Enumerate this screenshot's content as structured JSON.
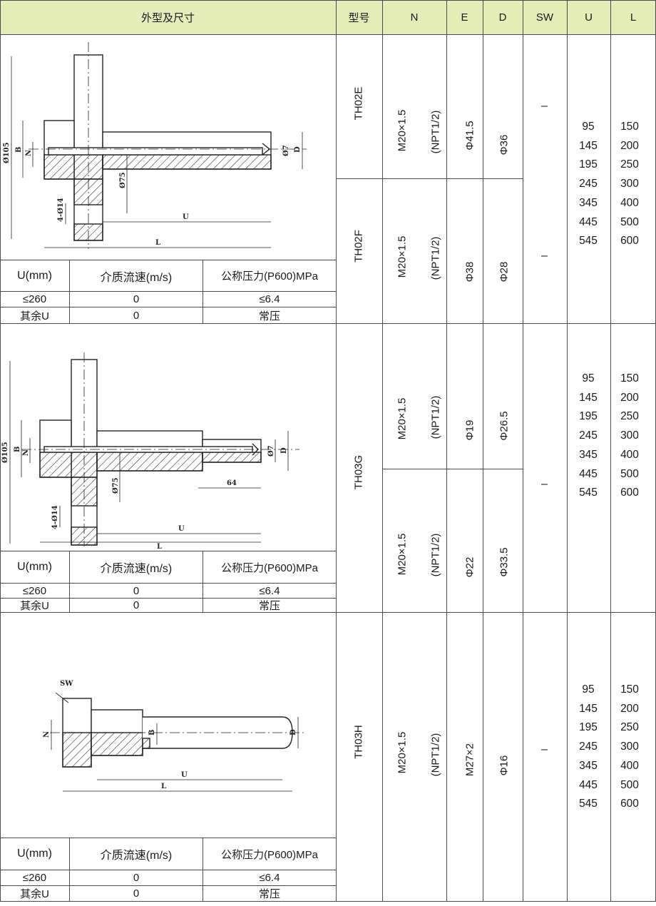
{
  "header": {
    "shape": "外型及尺寸",
    "model": "型号",
    "n": "N",
    "e": "E",
    "d": "D",
    "sw": "SW",
    "u": "U",
    "l": "L"
  },
  "blocks": [
    {
      "models": [
        {
          "model": "TH02E",
          "n_main": "M20×1.5",
          "n_alt": "(NPT1/2)",
          "e": "Φ41.5",
          "d": "Φ36",
          "sw": "–"
        },
        {
          "model": "TH02F",
          "n_main": "M20×1.5",
          "n_alt": "(NPT1/2)",
          "e": "Φ38",
          "d": "Φ28",
          "sw": "–"
        }
      ],
      "u_values": [
        "95",
        "145",
        "195",
        "245",
        "345",
        "445",
        "545"
      ],
      "l_values": [
        "150",
        "200",
        "250",
        "300",
        "400",
        "500",
        "600"
      ],
      "spec": {
        "headers": [
          "U(mm)",
          "介质流速(m/s)",
          "公称压力(P600)MPa"
        ],
        "rows": [
          [
            "≤260",
            "0",
            "≤6.4"
          ],
          [
            "其余U",
            "0",
            "常压"
          ]
        ]
      },
      "drawing_labels": {
        "phi105": "Ø105",
        "b": "B",
        "n": "N",
        "phi75": "Ø75",
        "phi14": "4-Ø14",
        "u": "U",
        "l": "L",
        "phi7": "Ø7",
        "d": "D"
      }
    },
    {
      "models": [
        {
          "model": "TH03G",
          "n_main": "M20×1.5",
          "n_alt": "(NPT1/2)",
          "e": "Φ19",
          "d": "Φ26.5"
        },
        {
          "n_main": "M20×1.5",
          "n_alt": "(NPT1/2)",
          "e": "Φ22",
          "d": "Φ33.5"
        }
      ],
      "sw": "–",
      "u_values": [
        "95",
        "145",
        "195",
        "245",
        "345",
        "445",
        "545"
      ],
      "l_values": [
        "150",
        "200",
        "250",
        "300",
        "400",
        "500",
        "600"
      ],
      "spec": {
        "headers": [
          "U(mm)",
          "介质流速(m/s)",
          "公称压力(P600)MPa"
        ],
        "rows": [
          [
            "≤260",
            "0",
            "≤6.4"
          ],
          [
            "其余U",
            "0",
            "常压"
          ]
        ]
      },
      "drawing_labels": {
        "phi105": "Ø105",
        "b": "B",
        "n": "N",
        "phi75": "Ø75",
        "phi14": "4-Ø14",
        "u": "U",
        "l": "L",
        "phi7": "Ø7",
        "d": "D",
        "dim64": "64"
      }
    },
    {
      "models": [
        {
          "model": "TH03H",
          "n_main": "M20×1.5",
          "n_alt": "(NPT1/2)",
          "e": "M27×2",
          "d": "Φ16",
          "sw": "–"
        }
      ],
      "u_values": [
        "95",
        "145",
        "195",
        "245",
        "345",
        "445",
        "545"
      ],
      "l_values": [
        "150",
        "200",
        "250",
        "300",
        "400",
        "500",
        "600"
      ],
      "spec": {
        "headers": [
          "U(mm)",
          "介质流速(m/s)",
          "公称压力(P600)MPa"
        ],
        "rows": [
          [
            "≤260",
            "0",
            "≤6.4"
          ],
          [
            "其余U",
            "0",
            "常压"
          ]
        ]
      },
      "drawing_labels": {
        "sw": "SW",
        "n": "N",
        "b": "B",
        "d": "D",
        "u": "U",
        "l": "L"
      }
    }
  ],
  "colors": {
    "header_bg": "#e4ecb8",
    "grid": "#4a4a4a",
    "hatch": "#333333"
  }
}
